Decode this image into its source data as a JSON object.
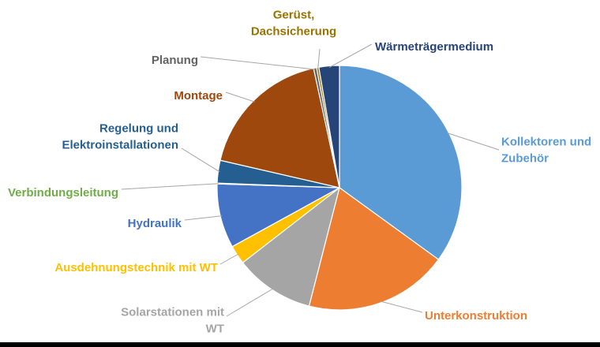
{
  "chart_data": {
    "type": "pie",
    "title": "",
    "legend": "none",
    "start_angle_deg": 0,
    "direction": "clockwise",
    "slices": [
      {
        "label_lines": [
          "Kollektoren und",
          "Zubehör"
        ],
        "value": 35.0,
        "color": "#5B9BD5"
      },
      {
        "label_lines": [
          "Unterkonstruktion"
        ],
        "value": 19.0,
        "color": "#ED7D31"
      },
      {
        "label_lines": [
          "Solarstationen mit",
          "WT"
        ],
        "value": 10.5,
        "color": "#A5A5A5"
      },
      {
        "label_lines": [
          "Ausdehnungstechnik mit WT"
        ],
        "value": 2.5,
        "color": "#FFC000"
      },
      {
        "label_lines": [
          "Hydraulik"
        ],
        "value": 8.5,
        "color": "#4472C4"
      },
      {
        "label_lines": [
          "Verbindungsleitung"
        ],
        "value": 0.1,
        "color": "#70AD47"
      },
      {
        "label_lines": [
          "Regelung und",
          "Elektroinstallationen"
        ],
        "value": 3.0,
        "color": "#255E91"
      },
      {
        "label_lines": [
          "Montage"
        ],
        "value": 18.0,
        "color": "#9E480E"
      },
      {
        "label_lines": [
          "Planung"
        ],
        "value": 0.4,
        "color": "#636363"
      },
      {
        "label_lines": [
          "Gerüst,",
          "Dachsicherung"
        ],
        "value": 0.3,
        "color": "#997300"
      },
      {
        "label_lines": [
          "Wärmeträgermedium"
        ],
        "value": 2.7,
        "color": "#264478"
      }
    ]
  }
}
